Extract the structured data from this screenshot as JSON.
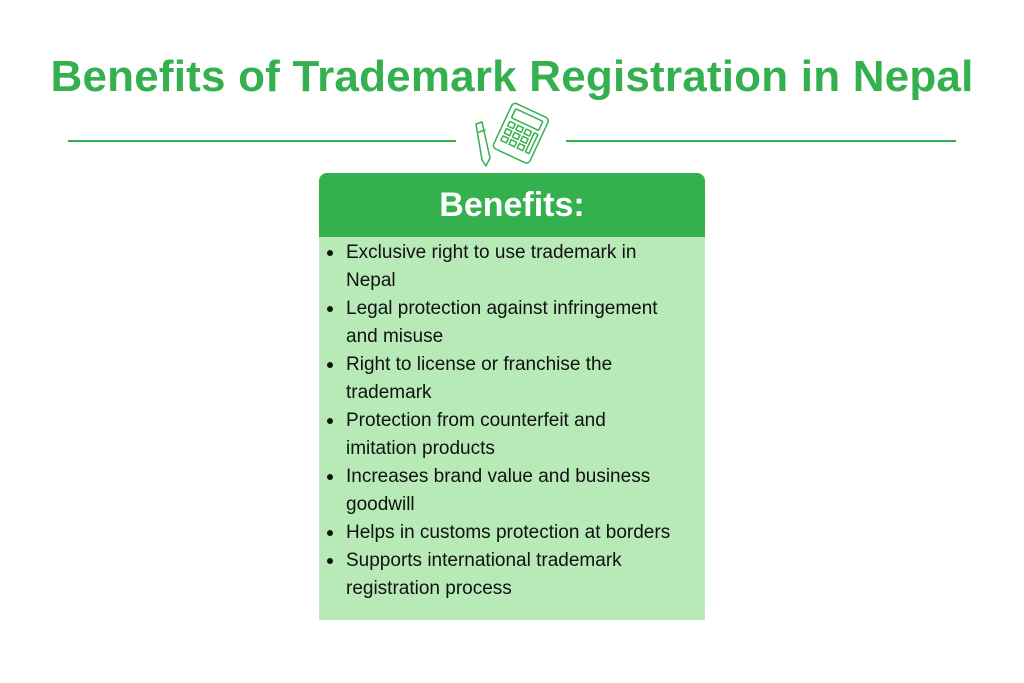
{
  "title": "Benefits of Trademark Registration in Nepal",
  "decoration": {
    "icon": "calculator-and-pen-icon",
    "color": "#35b04f"
  },
  "card": {
    "heading": "Benefits:",
    "header_color": "#35b04f",
    "background_color": "#b8eab7",
    "items": [
      {
        "line1": "Exclusive right to use trademark in",
        "line2": "Nepal"
      },
      {
        "line1": "Legal protection against infringement",
        "line2": "and misuse"
      },
      {
        "line1": "Right to license or franchise the",
        "line2": "trademark"
      },
      {
        "line1": "Protection from counterfeit and",
        "line2": "imitation products"
      },
      {
        "line1": "Increases brand value and business",
        "line2": "goodwill"
      },
      {
        "line1": "Helps in customs protection at borders",
        "line2": ""
      },
      {
        "line1": "Supports international trademark",
        "line2": "registration process"
      }
    ]
  }
}
